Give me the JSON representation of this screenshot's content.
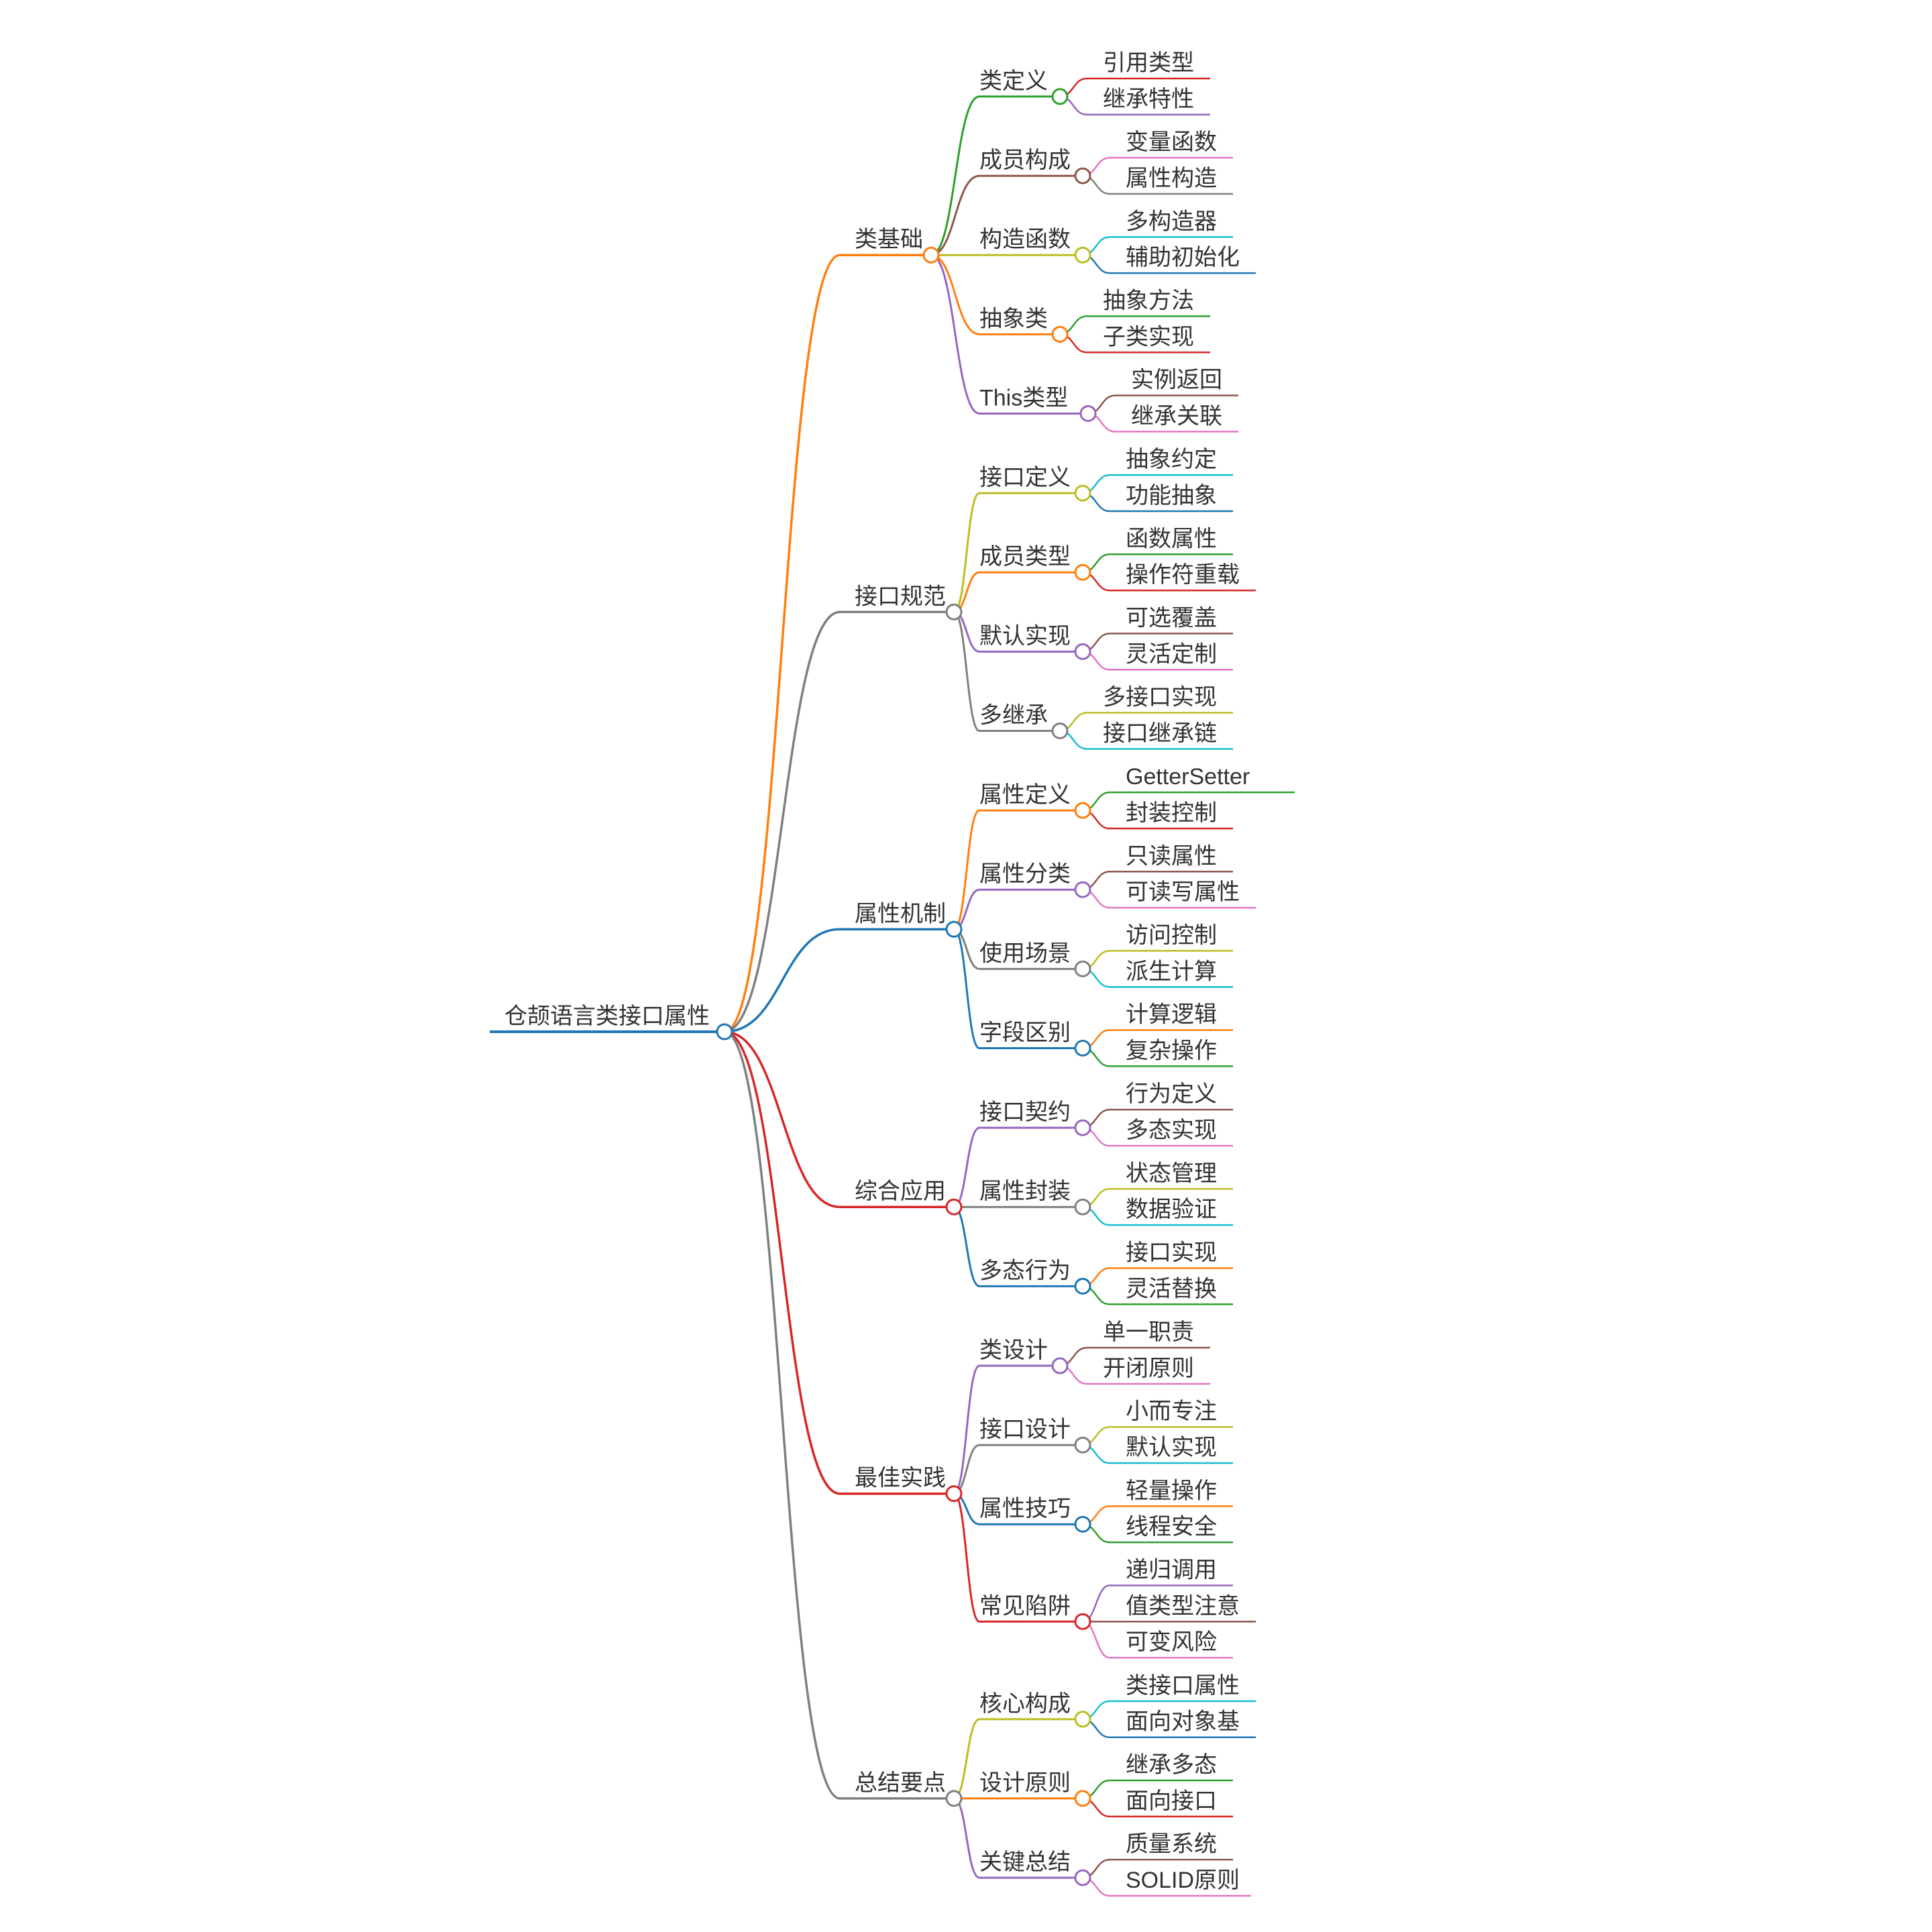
{
  "colors": {
    "orange": "#ff7f0e",
    "gray": "#7f7f7f",
    "blue": "#1f77b4",
    "red": "#d62728",
    "green": "#2ca02c",
    "brown": "#8c564b",
    "olive": "#bcbd22",
    "purple": "#9467bd",
    "pink": "#e377c2",
    "cyan": "#17becf"
  },
  "root": {
    "label": "仓颉语言类接口属性",
    "color": "blue",
    "children": [
      {
        "label": "类基础",
        "color": "orange",
        "children": [
          {
            "label": "类定义",
            "color": "green",
            "children": [
              {
                "label": "引用类型",
                "color": "red"
              },
              {
                "label": "继承特性",
                "color": "purple"
              }
            ]
          },
          {
            "label": "成员构成",
            "color": "brown",
            "children": [
              {
                "label": "变量函数",
                "color": "pink"
              },
              {
                "label": "属性构造",
                "color": "gray"
              }
            ]
          },
          {
            "label": "构造函数",
            "color": "olive",
            "children": [
              {
                "label": "多构造器",
                "color": "cyan"
              },
              {
                "label": "辅助初始化",
                "color": "blue"
              }
            ]
          },
          {
            "label": "抽象类",
            "color": "orange",
            "children": [
              {
                "label": "抽象方法",
                "color": "green"
              },
              {
                "label": "子类实现",
                "color": "red"
              }
            ]
          },
          {
            "label": "This类型",
            "color": "purple",
            "children": [
              {
                "label": "实例返回",
                "color": "brown"
              },
              {
                "label": "继承关联",
                "color": "pink"
              }
            ]
          }
        ]
      },
      {
        "label": "接口规范",
        "color": "gray",
        "children": [
          {
            "label": "接口定义",
            "color": "olive",
            "children": [
              {
                "label": "抽象约定",
                "color": "cyan"
              },
              {
                "label": "功能抽象",
                "color": "blue"
              }
            ]
          },
          {
            "label": "成员类型",
            "color": "orange",
            "children": [
              {
                "label": "函数属性",
                "color": "green"
              },
              {
                "label": "操作符重载",
                "color": "red"
              }
            ]
          },
          {
            "label": "默认实现",
            "color": "purple",
            "children": [
              {
                "label": "可选覆盖",
                "color": "brown"
              },
              {
                "label": "灵活定制",
                "color": "pink"
              }
            ]
          },
          {
            "label": "多继承",
            "color": "gray",
            "children": [
              {
                "label": "多接口实现",
                "color": "olive"
              },
              {
                "label": "接口继承链",
                "color": "cyan"
              }
            ]
          }
        ]
      },
      {
        "label": "属性机制",
        "color": "blue",
        "children": [
          {
            "label": "属性定义",
            "color": "orange",
            "children": [
              {
                "label": "GetterSetter",
                "color": "green"
              },
              {
                "label": "封装控制",
                "color": "red"
              }
            ]
          },
          {
            "label": "属性分类",
            "color": "purple",
            "children": [
              {
                "label": "只读属性",
                "color": "brown"
              },
              {
                "label": "可读写属性",
                "color": "pink"
              }
            ]
          },
          {
            "label": "使用场景",
            "color": "gray",
            "children": [
              {
                "label": "访问控制",
                "color": "olive"
              },
              {
                "label": "派生计算",
                "color": "cyan"
              }
            ]
          },
          {
            "label": "字段区别",
            "color": "blue",
            "children": [
              {
                "label": "计算逻辑",
                "color": "orange"
              },
              {
                "label": "复杂操作",
                "color": "green"
              }
            ]
          }
        ]
      },
      {
        "label": "综合应用",
        "color": "red",
        "children": [
          {
            "label": "接口契约",
            "color": "purple",
            "children": [
              {
                "label": "行为定义",
                "color": "brown"
              },
              {
                "label": "多态实现",
                "color": "pink"
              }
            ]
          },
          {
            "label": "属性封装",
            "color": "gray",
            "children": [
              {
                "label": "状态管理",
                "color": "olive"
              },
              {
                "label": "数据验证",
                "color": "cyan"
              }
            ]
          },
          {
            "label": "多态行为",
            "color": "blue",
            "children": [
              {
                "label": "接口实现",
                "color": "orange"
              },
              {
                "label": "灵活替换",
                "color": "green"
              }
            ]
          }
        ]
      },
      {
        "label": "最佳实践",
        "color": "red",
        "children": [
          {
            "label": "类设计",
            "color": "purple",
            "children": [
              {
                "label": "单一职责",
                "color": "brown"
              },
              {
                "label": "开闭原则",
                "color": "pink"
              }
            ]
          },
          {
            "label": "接口设计",
            "color": "gray",
            "children": [
              {
                "label": "小而专注",
                "color": "olive"
              },
              {
                "label": "默认实现",
                "color": "cyan"
              }
            ]
          },
          {
            "label": "属性技巧",
            "color": "blue",
            "children": [
              {
                "label": "轻量操作",
                "color": "orange"
              },
              {
                "label": "线程安全",
                "color": "green"
              }
            ]
          },
          {
            "label": "常见陷阱",
            "color": "red",
            "children": [
              {
                "label": "递归调用",
                "color": "purple"
              },
              {
                "label": "值类型注意",
                "color": "brown"
              },
              {
                "label": "可变风险",
                "color": "pink"
              }
            ]
          }
        ]
      },
      {
        "label": "总结要点",
        "color": "gray",
        "children": [
          {
            "label": "核心构成",
            "color": "olive",
            "children": [
              {
                "label": "类接口属性",
                "color": "cyan"
              },
              {
                "label": "面向对象基",
                "color": "blue"
              }
            ]
          },
          {
            "label": "设计原则",
            "color": "orange",
            "children": [
              {
                "label": "继承多态",
                "color": "green"
              },
              {
                "label": "面向接口",
                "color": "red"
              }
            ]
          },
          {
            "label": "关键总结",
            "color": "purple",
            "children": [
              {
                "label": "质量系统",
                "color": "brown"
              },
              {
                "label": "SOLID原则",
                "color": "pink"
              }
            ]
          }
        ]
      }
    ]
  }
}
